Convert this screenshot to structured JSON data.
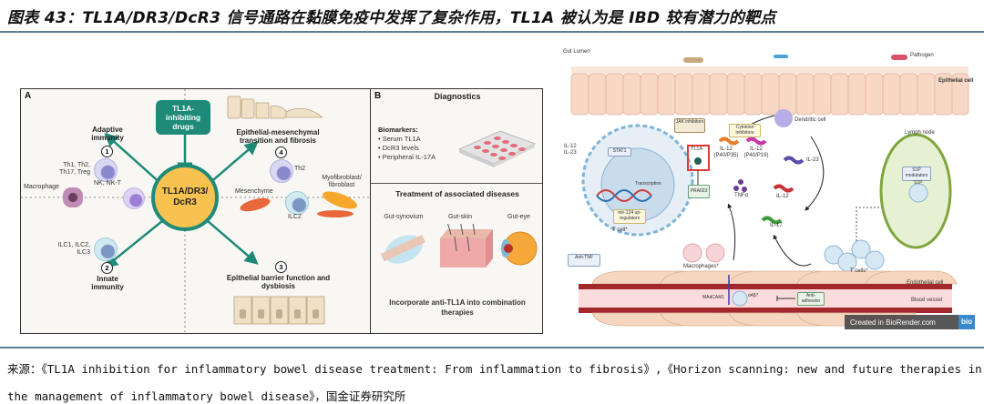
{
  "figure": {
    "title": "图表 43：TL1A/DR3/DcR3 信号通路在黏膜免疫中发挥了复杂作用，TL1A 被认为是 IBD 较有潜力的靶点",
    "source_line1": "来源：《TL1A inhibition for inflammatory bowel disease treatment: From inflammation to fibrosis》,《Horizon scanning: new and future therapies in",
    "source_line2": "the management of inflammatory bowel disease》，国金证券研究所"
  },
  "panel_a": {
    "label": "A",
    "hub": "TL1A/DR3/ DcR3",
    "drug_box": "TL1A- inhibiting drugs",
    "branches": [
      {
        "num": "1",
        "title": "Adaptive immunity",
        "cells": [
          "Th1, Th2, Th17, Treg"
        ]
      },
      {
        "num": "2",
        "title": "Innate immunity",
        "cells": [
          "ILC1, ILC2, ILC3"
        ]
      },
      {
        "num": "3",
        "title": "Epithelial barrier function and dysbiosis",
        "cells": []
      },
      {
        "num": "4",
        "title": "Epithelial-mesenchymal transition and fibrosis",
        "cells": [
          "Th2"
        ]
      }
    ],
    "mid_labels": {
      "macrophage": "Macrophage",
      "nk": "NK, NK-T",
      "mesenchyme": "Mesenchyme",
      "ilc2": "ILC2",
      "myofibroblast": "Myofibroblast/ fibroblast"
    }
  },
  "panel_b": {
    "label": "B",
    "diagnostics_title": "Diagnostics",
    "biomarkers_title": "Biomarkers:",
    "biomarkers": [
      "Serum TL1A",
      "DcR3 levels",
      "Peripheral IL-17A"
    ],
    "treatment_title": "Treatment of associated diseases",
    "diseases": [
      "Gut-synovium",
      "Gut-skin",
      "Gut-eye"
    ],
    "footer": "Incorporate anti-TL1A into combination therapies"
  },
  "pathway": {
    "gut_lumen": "Gut Lumen",
    "pathogen": "Pathogen",
    "epithelial_cell": "Epithelial cell",
    "dendritic_cell": "Dendritic cell",
    "lymph_node": "Lymph node",
    "jak_inhibitors": "JAK inhibitors",
    "cytokine_inhibitors": "Cytokine inhibitors",
    "il12_il23": "IL-12 IL-23",
    "stat1": "STAT1",
    "transcription": "Transcription",
    "mir124": "mir-124 up-regulators",
    "t_cell": "T cell*",
    "anti_tnf": "Anti-TNF",
    "tl1a": "TL1A",
    "pra023": "PRA023",
    "il12_p35": "IL-12 (P40/P35)",
    "il12_p19": "IL-12 (P40/P19)",
    "il23": "IL-23",
    "il12": "IL-12",
    "tnfa": "TNFα",
    "il17": "IL-17",
    "macrophages": "Macrophages*",
    "s1p_modulators": "S1P modulators",
    "s1p": "S1P",
    "t_cells": "T cells*",
    "endothelial_cell": "Endothelial cell",
    "blood_vessel": "Blood vessel",
    "madcam1": "MAdCAM1",
    "a4b7": "α4β7",
    "anti_adhesion": "Anti- adhesion",
    "watermark": "Created in BioRender.com",
    "watermark_logo": "bio"
  },
  "colors": {
    "teal": "#1f8a78",
    "hub_yellow": "#f7c24f",
    "tl1a_highlight": "#e53935",
    "vessel_red": "#a3282c"
  }
}
